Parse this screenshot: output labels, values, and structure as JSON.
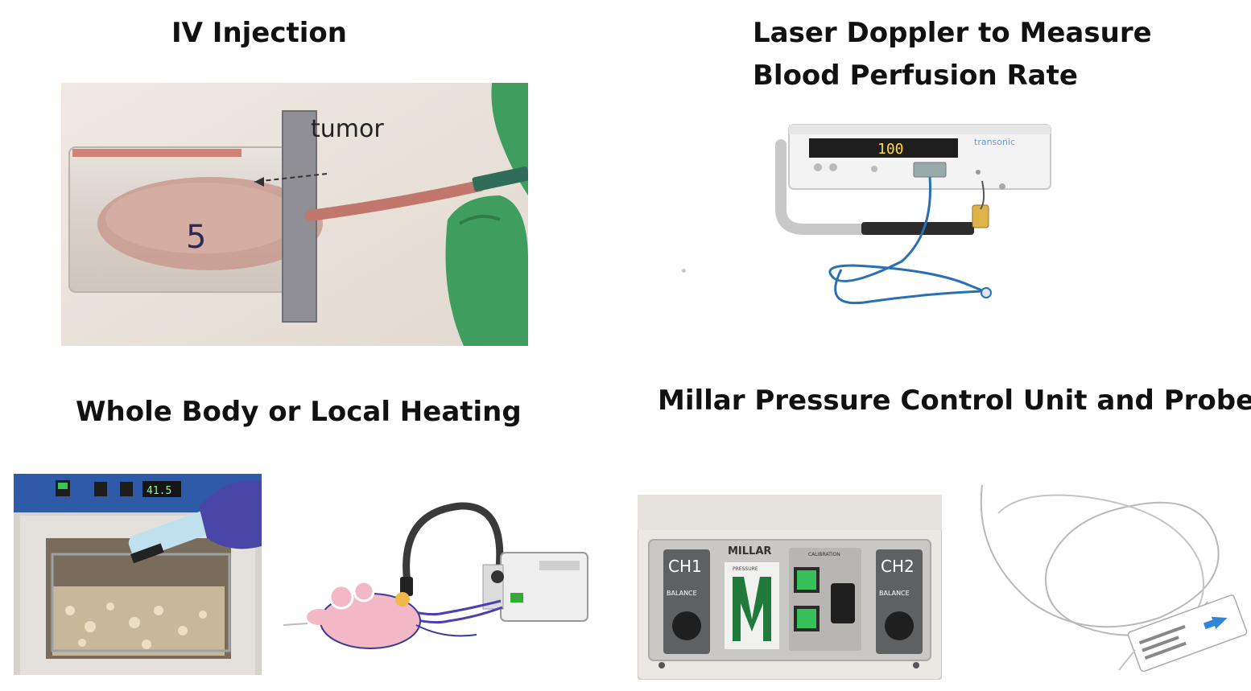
{
  "panels": {
    "iv_injection": {
      "title": "IV Injection",
      "tumor_label": "tumor",
      "marker_text": "5"
    },
    "laser_doppler": {
      "title_line1": "Laser Doppler to Measure",
      "title_line2": "Blood Perfusion Rate",
      "display_value": "100",
      "brand_text": "transonic"
    },
    "heating": {
      "title": "Whole Body or Local Heating",
      "oven_display": "41.5"
    },
    "millar": {
      "title": "Millar Pressure Control Unit and Probe",
      "brand_text": "MILLAR",
      "ch1_label": "CH1",
      "ch2_label": "CH2",
      "balance_label": "BALANCE",
      "pressure_label": "PRESSURE",
      "calibration_label": "CALIBRATION"
    }
  },
  "colors": {
    "glove": "#3f9e5e",
    "mouse_pink": "#f2b8c6",
    "cable_blue": "#2b6fb3",
    "green_button": "#38c05a"
  }
}
